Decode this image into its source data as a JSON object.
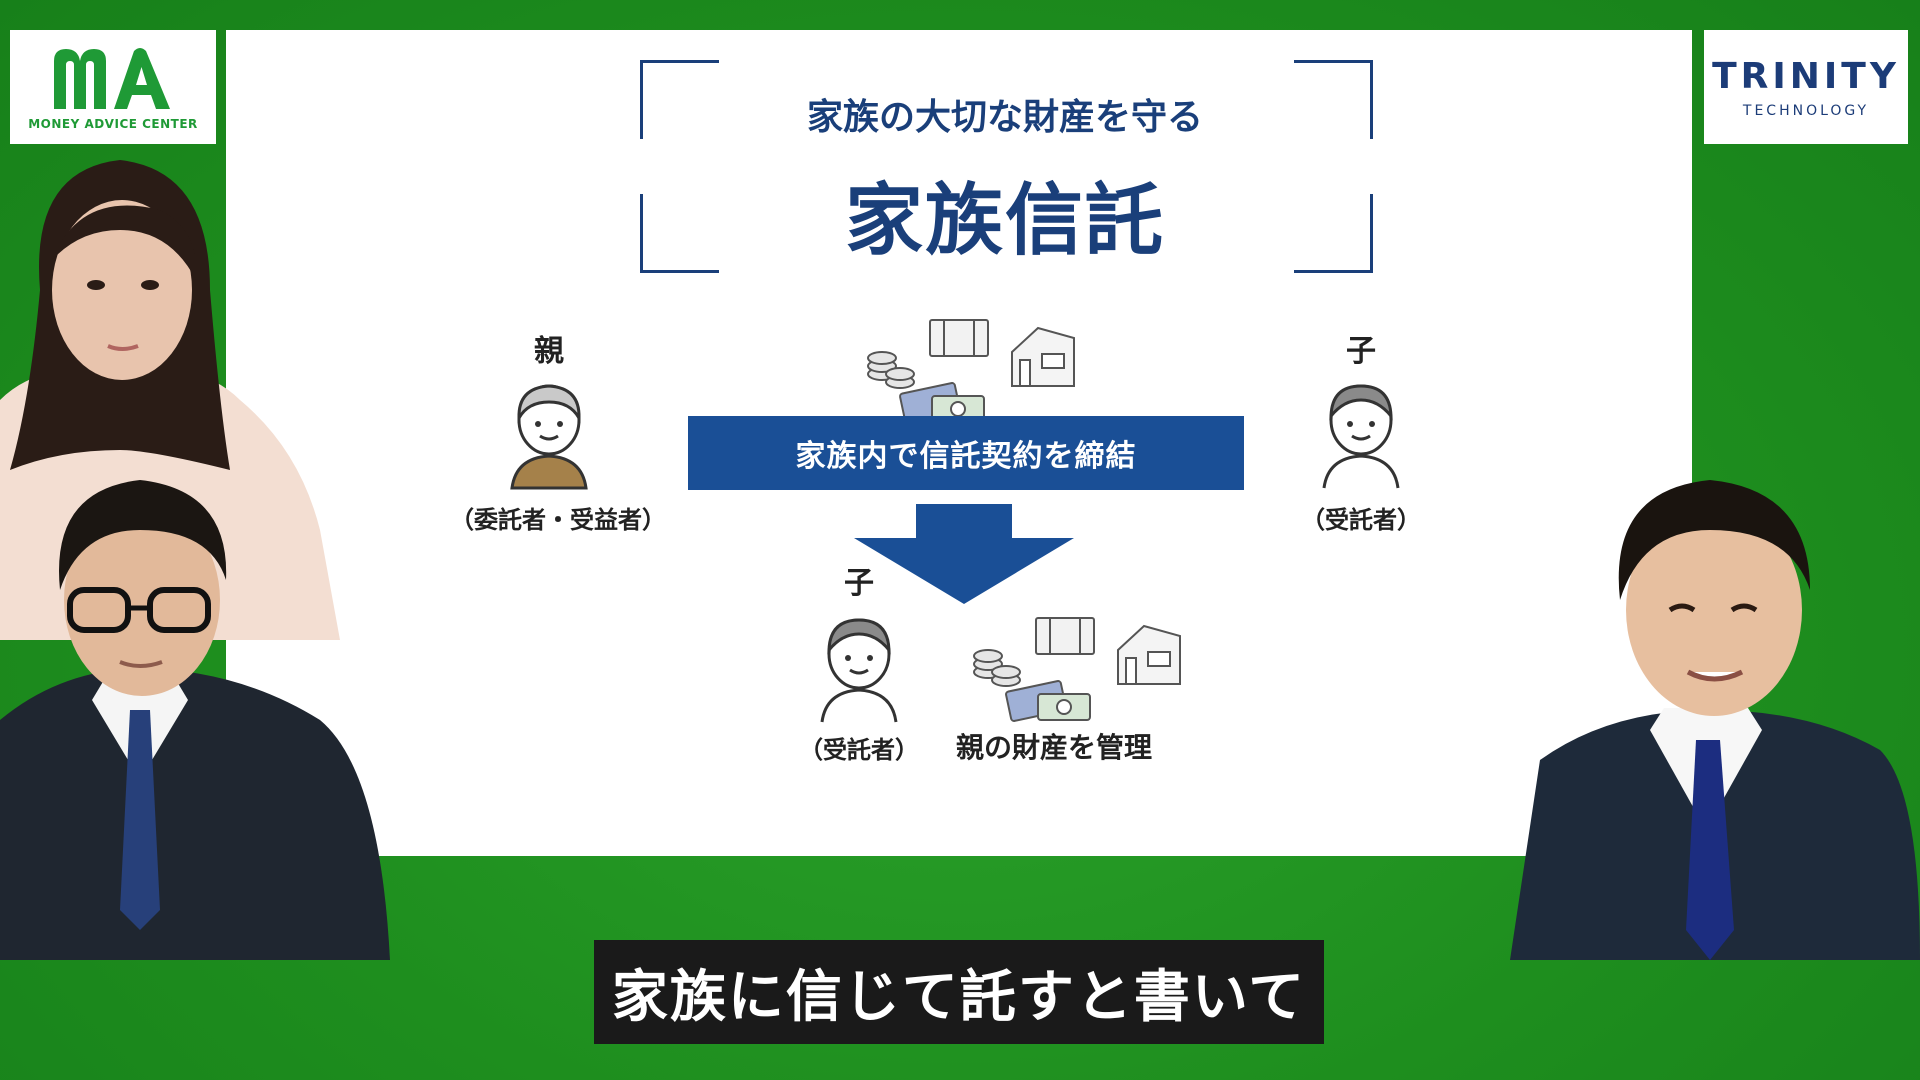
{
  "logos": {
    "left_brand_mark": "MA",
    "left_brand_text": "MONEY ADVICE CENTER",
    "right_brand_title": "TRINITY",
    "right_brand_sub": "TECHNOLOGY"
  },
  "slide": {
    "subtitle": "家族の大切な財産を守る",
    "title": "家族信託",
    "parent_label": "親",
    "parent_role": "（委託者・受益者）",
    "child_label_top": "子",
    "child_role_top": "（受託者）",
    "contract_text": "家族内で信託契約を締結",
    "child_label_bottom": "子",
    "child_role_bottom": "（受託者）",
    "manage_text": "親の財産を管理",
    "colors": {
      "navy": "#1a3f7a",
      "bar_blue": "#1a4f96",
      "green_bg": "#1e8e1e"
    }
  },
  "caption": {
    "text": "家族に信じて託すと書いて"
  },
  "icons": [
    "money-advice-logo-icon",
    "coins-icon",
    "banknote-icon",
    "credit-card-icon",
    "house-icon",
    "person-icon",
    "down-arrow-icon"
  ]
}
